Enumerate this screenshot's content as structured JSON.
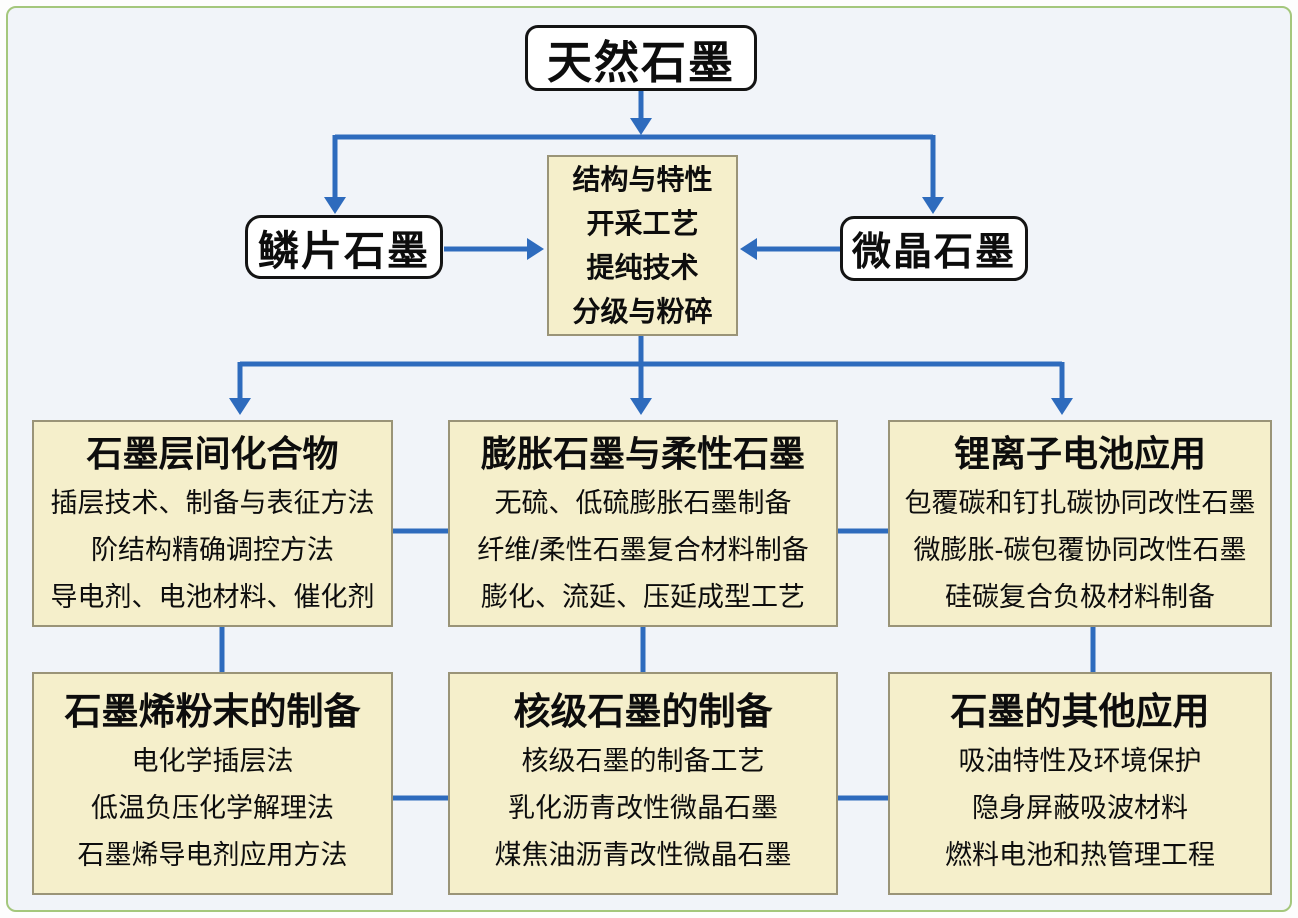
{
  "colors": {
    "arrow_blue": "#2e6bbd",
    "box_cream": "#f5efcb",
    "box_cream_border": "#9a9478",
    "pill_border": "#141414",
    "frame_green": "#a4c77c",
    "canvas_bg": "#f1f4f9",
    "text_black": "#0d0d0d"
  },
  "root": {
    "label": "天然石墨"
  },
  "branches": {
    "flake": "鳞片石墨",
    "microcrystalline": "微晶石墨"
  },
  "process": {
    "lines": [
      "结构与特性",
      "开采工艺",
      "提纯技术",
      "分级与粉碎"
    ]
  },
  "topics": [
    {
      "title": "石墨层间化合物",
      "items": [
        "插层技术、制备与表征方法",
        "阶结构精确调控方法",
        "导电剂、电池材料、催化剂"
      ]
    },
    {
      "title": "膨胀石墨与柔性石墨",
      "items": [
        "无硫、低硫膨胀石墨制备",
        "纤维/柔性石墨复合材料制备",
        "膨化、流延、压延成型工艺"
      ]
    },
    {
      "title": "锂离子电池应用",
      "items": [
        "包覆碳和钉扎碳协同改性石墨",
        "微膨胀-碳包覆协同改性石墨",
        "硅碳复合负极材料制备"
      ]
    },
    {
      "title": "石墨烯粉末的制备",
      "items": [
        "电化学插层法",
        "低温负压化学解理法",
        "石墨烯导电剂应用方法"
      ]
    },
    {
      "title": "核级石墨的制备",
      "items": [
        "核级石墨的制备工艺",
        "乳化沥青改性微晶石墨",
        "煤焦油沥青改性微晶石墨"
      ]
    },
    {
      "title": "石墨的其他应用",
      "items": [
        "吸油特性及环境保护",
        "隐身屏蔽吸波材料",
        "燃料电池和热管理工程"
      ]
    }
  ]
}
